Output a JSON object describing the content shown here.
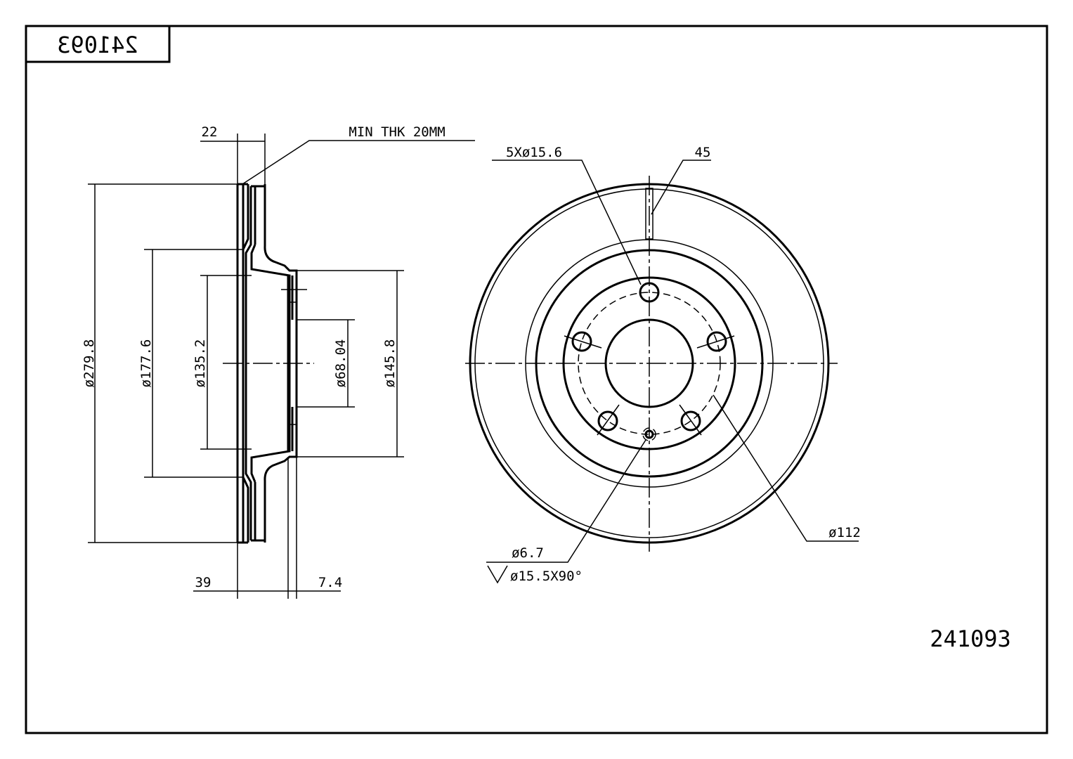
{
  "title_block": {
    "part_number_mirrored": "241093"
  },
  "part_number": "241093",
  "side_view": {
    "thickness": "22",
    "min_thickness_note": "MIN THK 20MM",
    "outer_diameter": "ø279.8",
    "diameter_177": "ø177.6",
    "diameter_135": "ø135.2",
    "center_bore": "ø68.04",
    "hat_diameter": "ø145.8",
    "overall_height": "39",
    "hub_thickness": "7.4"
  },
  "front_view": {
    "bolt_holes": "5Xø15.6",
    "angle": "45",
    "pcd": "ø112",
    "small_hole": "ø6.7",
    "countersink": "ø15.5X90°"
  }
}
